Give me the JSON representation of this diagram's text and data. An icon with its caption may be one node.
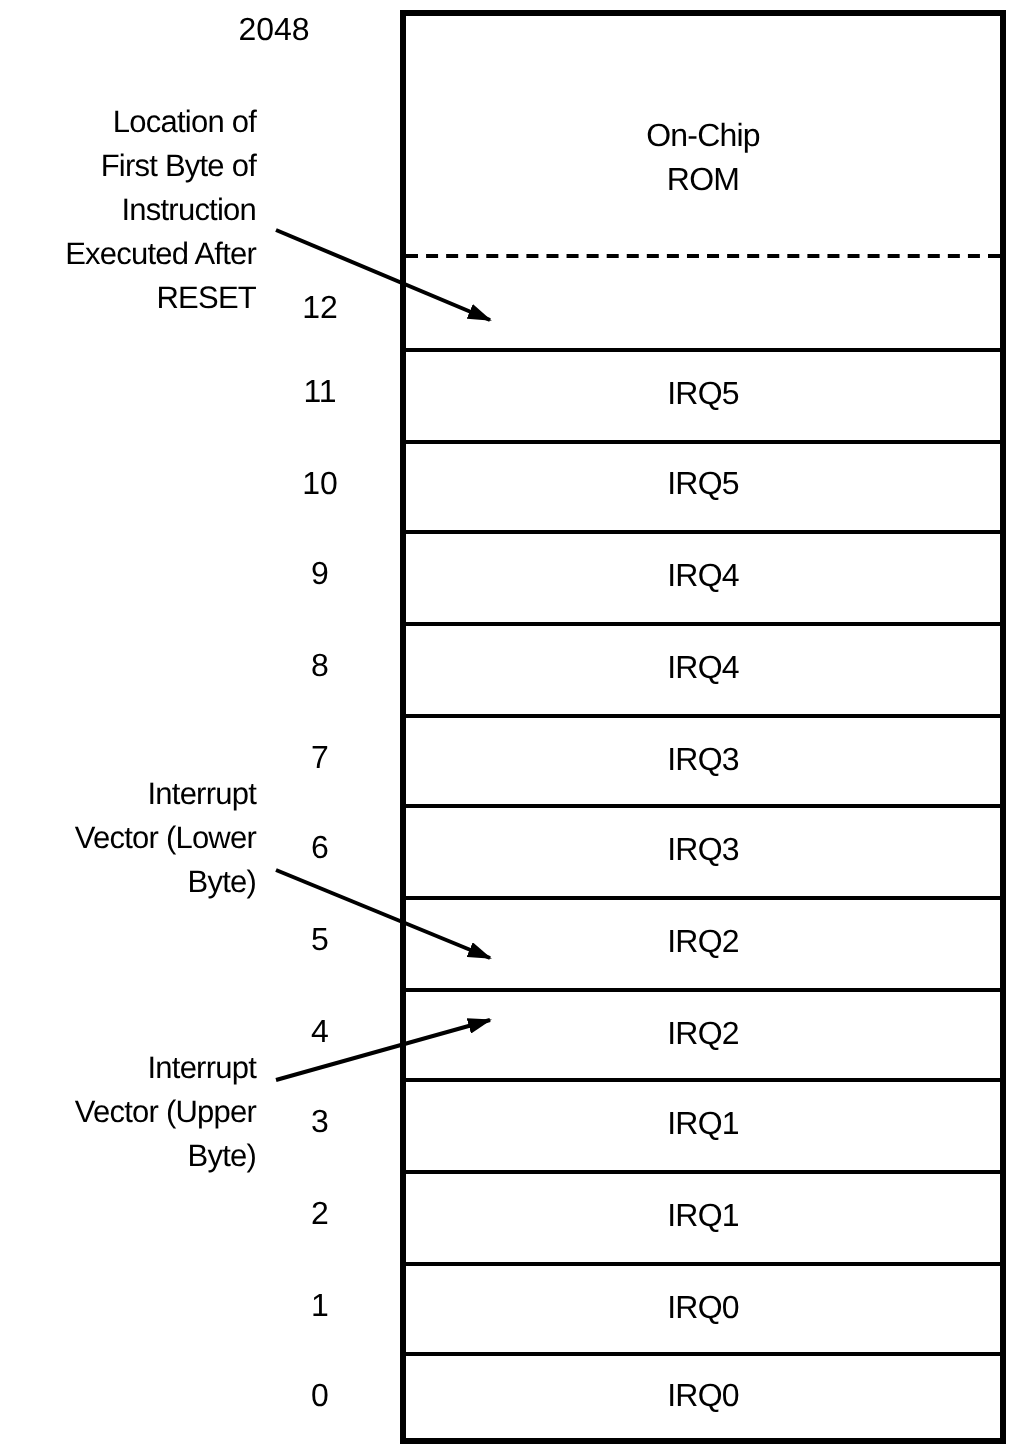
{
  "diagram": {
    "nodes": [
      {
        "text": [
          "Location of First Byte of Instruction Executed After RESET"
        ]
      },
      {
        "text": [
          "On-Chip ROM"
        ],
        "beside": [
          "2048"
        ]
      },
      {
        "text": [],
        "shape": "box",
        "beside": [
          "12"
        ]
      },
      {
        "text": [
          "IRQ5"
        ],
        "beside": [
          "11"
        ]
      },
      {
        "text": [
          "IRQ5"
        ],
        "beside": [
          "10"
        ]
      },
      {
        "text": [
          "IRQ4"
        ],
        "beside": [
          "9"
        ]
      },
      {
        "text": [
          "IRQ4"
        ],
        "beside": [
          "8"
        ]
      },
      {
        "text": [
          "IRQ3"
        ],
        "beside": [
          "7"
        ]
      },
      {
        "text": [
          "IRQ3"
        ],
        "beside": [
          "6"
        ]
      },
      {
        "text": [
          "Interrupt Vector (Lower Byte)"
        ]
      },
      {
        "text": [
          "IRQ2"
        ],
        "beside": [
          "5"
        ]
      },
      {
        "text": [
          "Interrupt Vector (Upper Byte)"
        ]
      },
      {
        "text": [
          "IRQ2"
        ],
        "beside": [
          "4"
        ]
      },
      {
        "text": [
          "IRQ1"
        ],
        "beside": [
          "3"
        ]
      },
      {
        "text": [
          "IRQ1"
        ],
        "beside": [
          "2"
        ]
      },
      {
        "text": [
          "IRQ0"
        ],
        "beside": [
          "1"
        ]
      },
      {
        "text": [
          "IRQ0"
        ],
        "beside": [
          "0"
        ]
      }
    ],
    "edges": [
      {
        "from": 0,
        "to": 2,
        "arrow": "to"
      },
      {
        "from": 9,
        "to": 10,
        "arrow": "to"
      },
      {
        "from": 11,
        "to": 12,
        "arrow": "to"
      }
    ]
  }
}
